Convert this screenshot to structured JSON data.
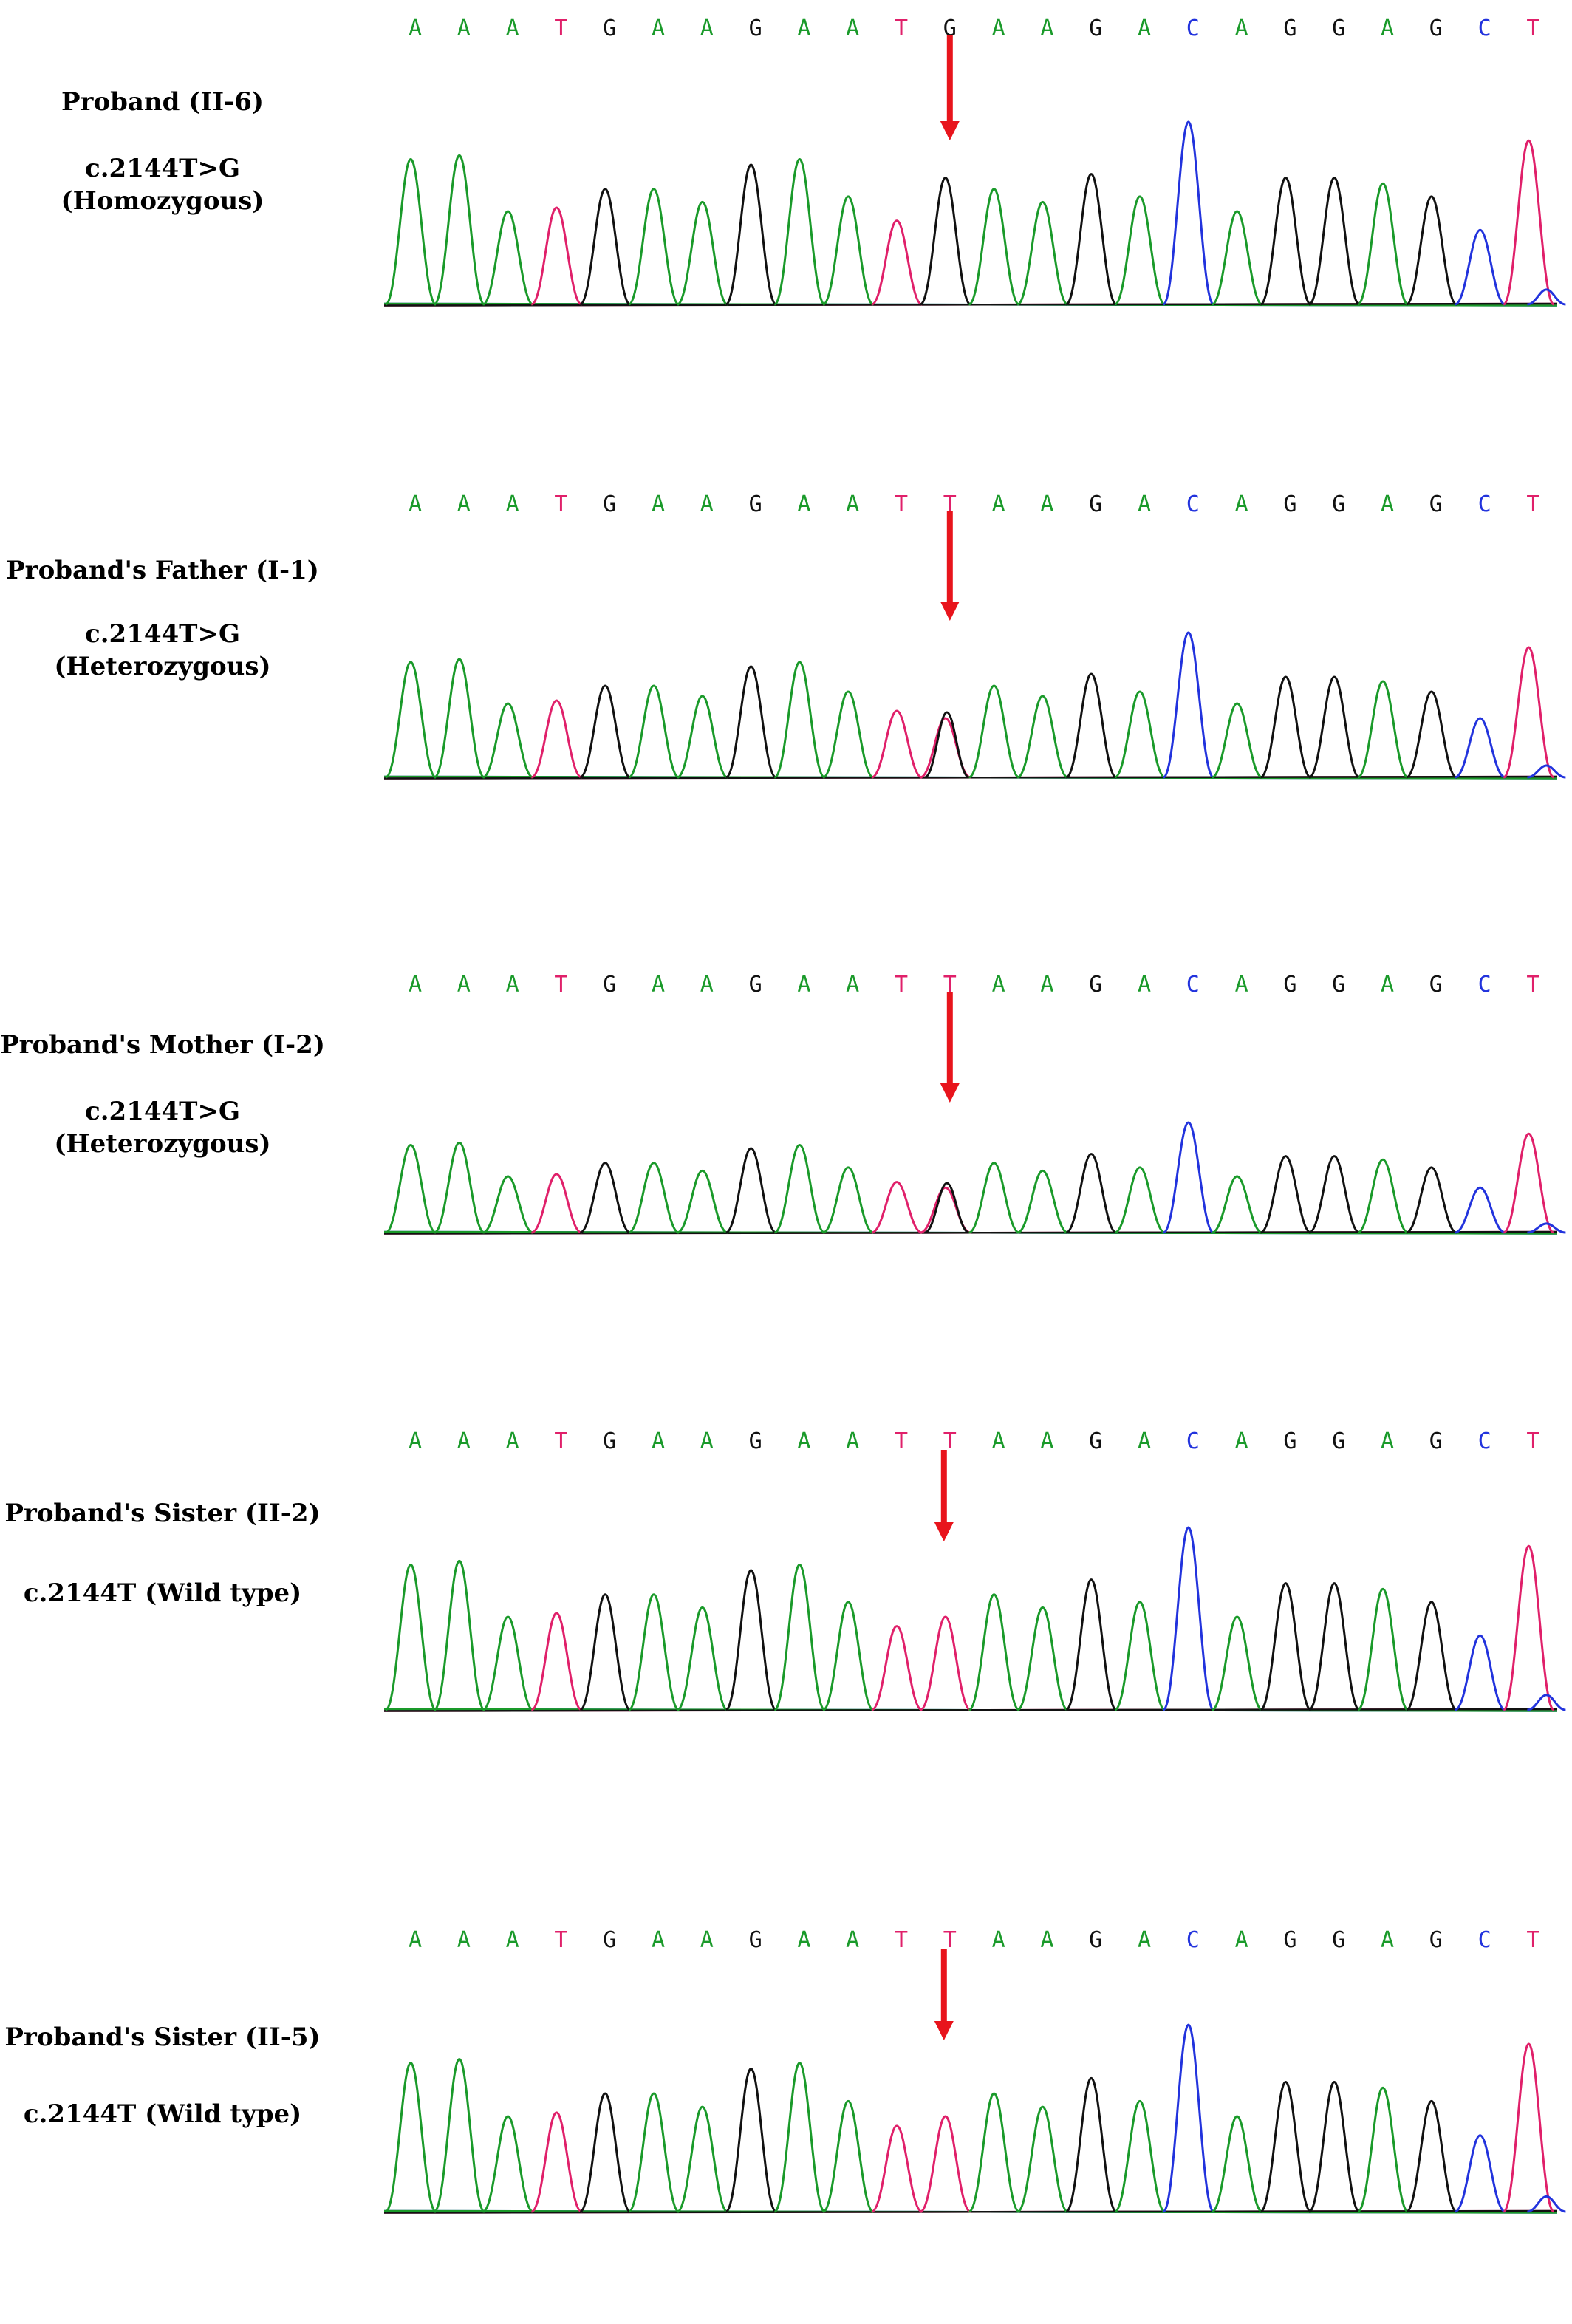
{
  "panels": [
    {
      "name": "Proband (II-6)",
      "mutation": "c.2144T>G",
      "zygosity": "(Homozygous)",
      "sequence": [
        "A",
        "A",
        "A",
        "T",
        "G",
        "A",
        "A",
        "G",
        "A",
        "A",
        "T",
        "G",
        "A",
        "A",
        "G",
        "A",
        "C",
        "A",
        "G",
        "G",
        "A",
        "G",
        "C",
        "T"
      ],
      "variant_index": 11,
      "variant_type": "homozygous"
    },
    {
      "name": "Proband's Father (I-1)",
      "mutation": "c.2144T>G",
      "zygosity": "(Heterozygous)",
      "sequence": [
        "A",
        "A",
        "A",
        "T",
        "G",
        "A",
        "A",
        "G",
        "A",
        "A",
        "T",
        "T",
        "A",
        "A",
        "G",
        "A",
        "C",
        "A",
        "G",
        "G",
        "A",
        "G",
        "C",
        "T"
      ],
      "variant_index": 11,
      "variant_type": "heterozygous"
    },
    {
      "name": "Proband's Mother (I-2)",
      "mutation": "c.2144T>G",
      "zygosity": "(Heterozygous)",
      "sequence": [
        "A",
        "A",
        "A",
        "T",
        "G",
        "A",
        "A",
        "G",
        "A",
        "A",
        "T",
        "T",
        "A",
        "A",
        "G",
        "A",
        "C",
        "A",
        "G",
        "G",
        "A",
        "G",
        "C",
        "T"
      ],
      "variant_index": 11,
      "variant_type": "heterozygous"
    },
    {
      "name": "Proband's Sister (II-2)",
      "mutation": "c.2144T (Wild type)",
      "zygosity": "",
      "sequence": [
        "A",
        "A",
        "A",
        "T",
        "G",
        "A",
        "A",
        "G",
        "A",
        "A",
        "T",
        "T",
        "A",
        "A",
        "G",
        "A",
        "C",
        "A",
        "G",
        "G",
        "A",
        "G",
        "C",
        "T"
      ],
      "variant_index": 11,
      "variant_type": "wild"
    },
    {
      "name": "Proband's Sister (II-5)",
      "mutation": "c.2144T (Wild type)",
      "zygosity": "",
      "sequence": [
        "A",
        "A",
        "A",
        "T",
        "G",
        "A",
        "A",
        "G",
        "A",
        "A",
        "T",
        "T",
        "A",
        "A",
        "G",
        "A",
        "C",
        "A",
        "G",
        "G",
        "A",
        "G",
        "C",
        "T"
      ],
      "variant_index": 11,
      "variant_type": "wild"
    }
  ],
  "base_colors": {
    "A": "#1a9a2a",
    "T": "#e0206a",
    "G": "#111111",
    "C": "#2233dd"
  },
  "arrow_color": "#e8141c"
}
